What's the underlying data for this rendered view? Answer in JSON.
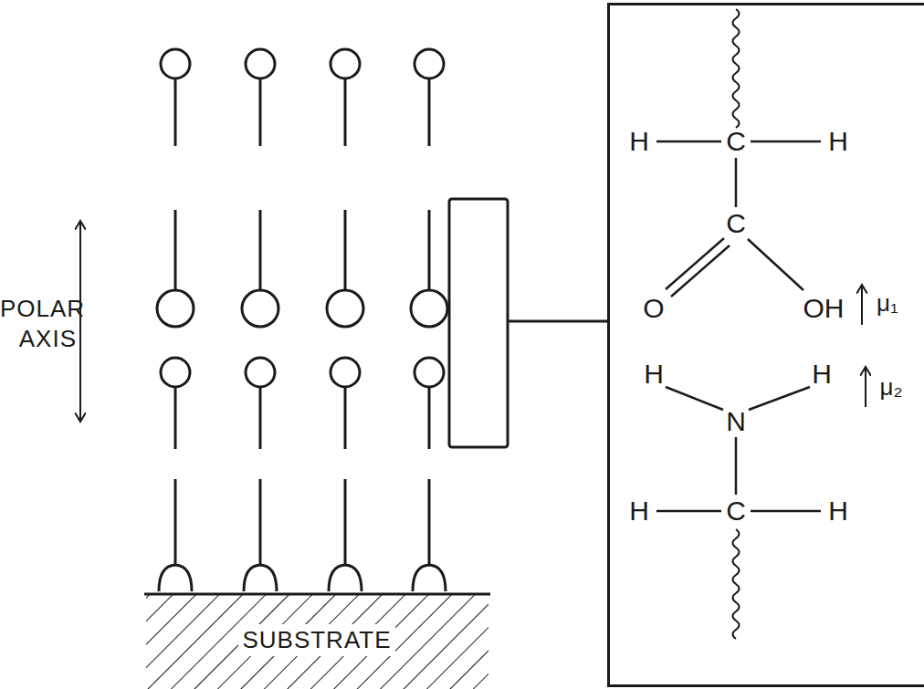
{
  "diagram": {
    "nodes": [
      {
        "text": [
          "H",
          "C",
          "H",
          "C",
          "O",
          "OH",
          "μ₁",
          "H",
          "H",
          "μ₂",
          "N",
          "H",
          "C",
          "H"
        ]
      }
    ],
    "labels": [
      "POLAR AXIS",
      "SUBSTRATE"
    ]
  }
}
